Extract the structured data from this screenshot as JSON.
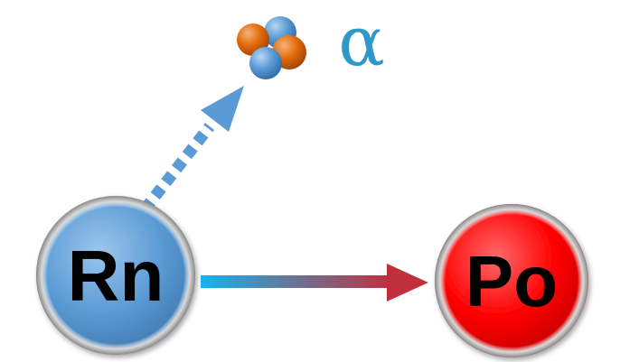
{
  "parent_nucleus": {
    "symbol": "Rn",
    "color": "#5b9bd5"
  },
  "daughter_nucleus": {
    "symbol": "Po",
    "color": "#ff0000"
  },
  "emitted_particle": {
    "symbol": "α",
    "color": "#2e98c8",
    "protons_color": "#e46c0a",
    "neutrons_color": "#5b9bd5"
  },
  "decay_arrow": {
    "from_color": "#16b4ee",
    "to_color": "#c0303c"
  },
  "emission_arrow": {
    "color": "#5b9bd5",
    "style": "dotted"
  }
}
